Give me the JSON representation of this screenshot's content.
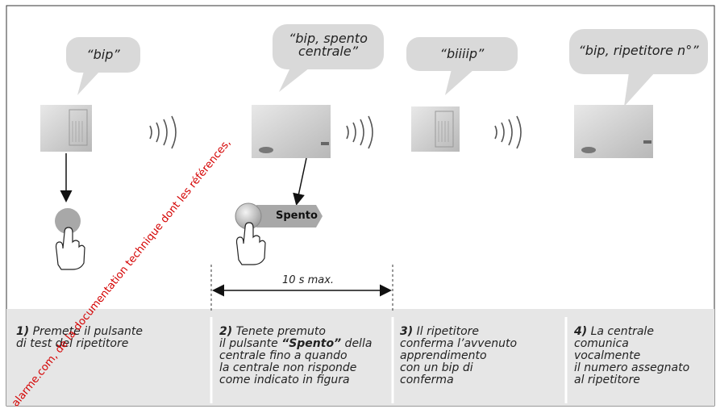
{
  "bubbles": [
    "“bip”",
    "“bip, spento\ncentrale”",
    "“biiiip”",
    "“bip, ripetitore n°”"
  ],
  "button_label": "Spento",
  "duration": "10 s max.",
  "steps": [
    {
      "num": "1)",
      "text": "Premete il pulsante\ndi test del ripetitore"
    },
    {
      "num": "2)",
      "text": "Tenete premuto\nil pulsante ",
      "bold": "“Spento”",
      "text2": " della\ncentrale fino a quando\nla centrale non risponde\ncome indicato in figura"
    },
    {
      "num": "3)",
      "text": "Il ripetitore\nconferma l’avvenuto\napprendimento\ncon un bip di\nconferma"
    },
    {
      "num": "4)",
      "text": "La centrale\ncomunica\nvocalmente\nil numero assegnato\nal ripetitore"
    }
  ],
  "watermark": "alarme.com, de la documentation technique dont les références,"
}
